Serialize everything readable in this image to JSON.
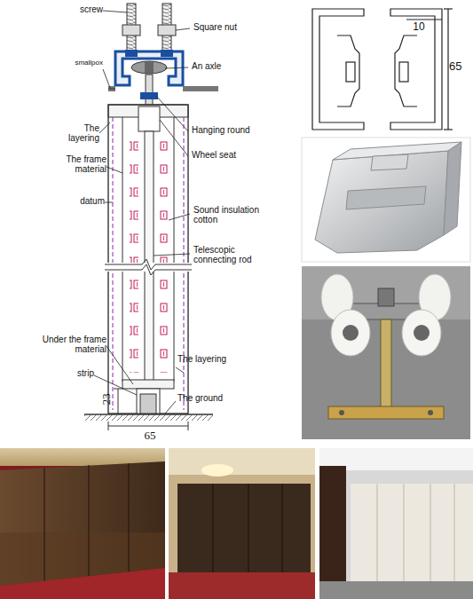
{
  "diagram": {
    "labels": [
      "screw",
      "Square nut",
      "smallpox",
      "An axle",
      "Hanging round",
      "The layering",
      "Wheel seat",
      "The frame material",
      "datum",
      "Sound insulation cotton",
      "Telescopic connecting rod",
      "Under the frame material",
      "strip",
      "The layering",
      "The ground",
      "23",
      "65",
      "10",
      "65"
    ]
  }
}
